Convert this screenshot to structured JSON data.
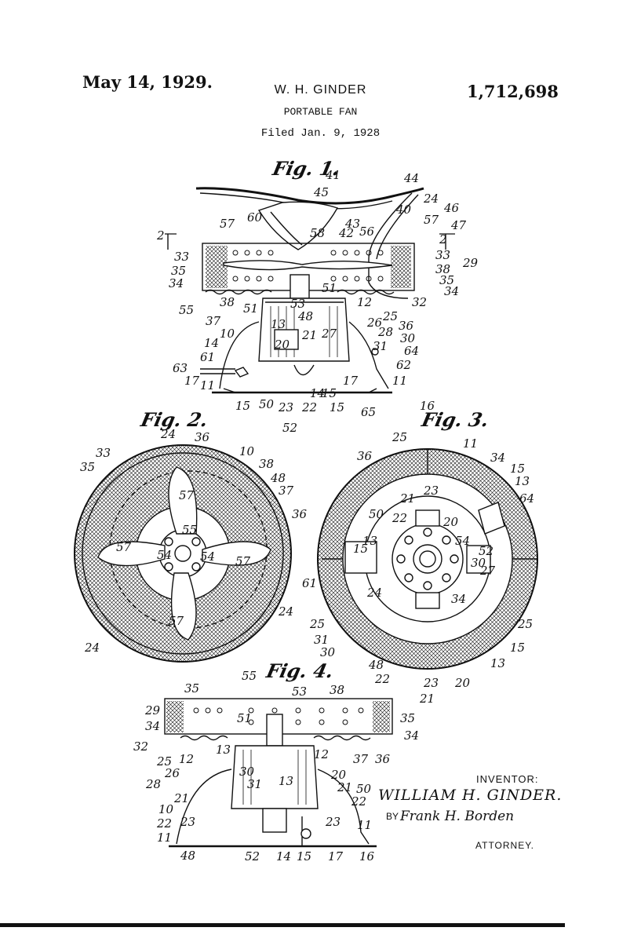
{
  "header": {
    "date": "May 14, 1929.",
    "inventor_name": "W. H. GINDER",
    "patent_number": "1,712,698",
    "title": "PORTABLE FAN",
    "filed": "Filed Jan. 9, 1928"
  },
  "figures": {
    "fig1": "Fig. 1.",
    "fig2": "Fig. 2.",
    "fig3": "Fig. 3.",
    "fig4": "Fig. 4."
  },
  "signature": {
    "inventor_label": "INVENTOR:",
    "inventor_name": "WILLIAM H. GINDER.",
    "by": "BY",
    "attorney_signature": "Frank H. Borden",
    "attorney_label": "ATTORNEY."
  },
  "colors": {
    "ink": "#111111",
    "paper": "#ffffff"
  }
}
